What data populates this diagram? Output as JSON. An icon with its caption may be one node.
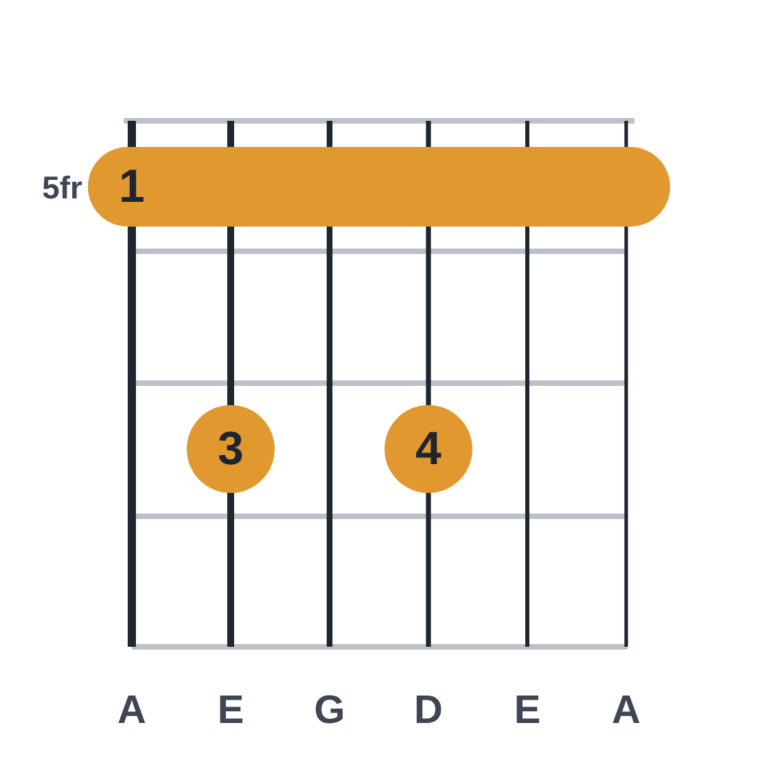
{
  "diagram": {
    "nodes": [
      {
        "text": [
          "1"
        ]
      },
      {
        "text": [
          "3"
        ]
      },
      {
        "text": [
          "4"
        ]
      }
    ],
    "labels": [
      "5fr",
      "A",
      "E",
      "G",
      "D",
      "E",
      "A"
    ]
  }
}
